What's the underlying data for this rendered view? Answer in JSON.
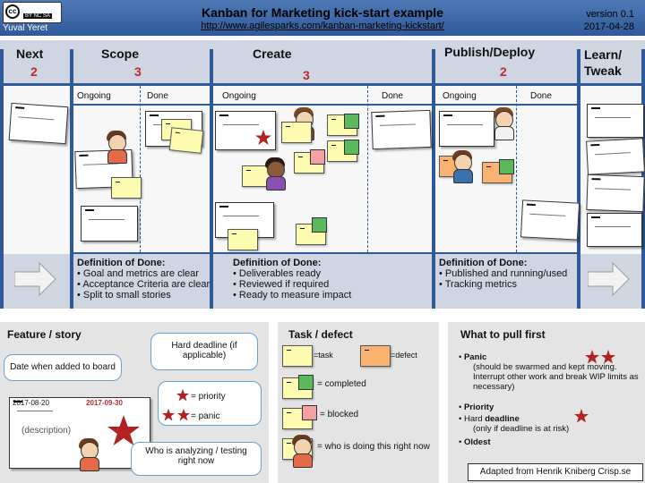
{
  "header": {
    "title": "Kanban for Marketing kick-start example",
    "url": "http://www.agilesparks.com/kanban-marketing-kickstart/",
    "version": "version 0.1",
    "date": "2017-04-28",
    "author": "Yuval Yeret",
    "license_mark": "cc",
    "license_label": "BY NC SA"
  },
  "board": {
    "columns": [
      {
        "name": "Next",
        "wip": "2"
      },
      {
        "name": "Scope",
        "wip": "3",
        "sub": [
          "Ongoing",
          "Done"
        ]
      },
      {
        "name": "Create",
        "wip": "3",
        "sub": [
          "Ongoing",
          "Done"
        ]
      },
      {
        "name": "Publish/Deploy",
        "wip": "2",
        "sub": [
          "Ongoing",
          "Done"
        ]
      },
      {
        "name": "Learn/ Tweak"
      }
    ],
    "dod": [
      {
        "title": "Definition of Done:",
        "items": [
          "Goal and metrics are clear",
          "Acceptance Criteria are clear",
          "Split to small stories"
        ]
      },
      {
        "title": "Definition of Done:",
        "items": [
          "Deliverables ready",
          "Reviewed if required",
          "Ready to measure impact"
        ]
      },
      {
        "title": "Definition of Done:",
        "items": [
          "Published and running/used",
          "Tracking metrics"
        ]
      }
    ]
  },
  "legend": {
    "feature": {
      "title": "Feature / story",
      "date_added_bubble": "Date when added to board",
      "deadline_bubble": "Hard deadline (if applicable)",
      "priority_label": "= priority",
      "panic_label": "= panic",
      "analyzing_bubble": "Who is analyzing / testing right now",
      "card_date_added": "2017-08-20",
      "card_deadline": "2017-09-30",
      "card_description": "(description)"
    },
    "task": {
      "title": "Task / defect",
      "task_label": "=task",
      "defect_label": "=defect",
      "completed_label": "= completed",
      "blocked_label": "= blocked",
      "doing_label": "= who is doing this right now"
    },
    "pull": {
      "title": "What to pull first",
      "panic_title": "Panic",
      "panic_desc": "(should be swarmed and kept moving. Interrupt other work and break WIP limits as necessary)",
      "priority_title": "Priority",
      "deadline_prefix": "Hard",
      "deadline_title": "deadline",
      "deadline_desc": "(only if deadline is at risk)",
      "oldest_title": "Oldest",
      "credit": "Adapted from Henrik Kniberg Crisp.se"
    }
  },
  "colors": {
    "header_blue": "#2f5a9a",
    "wip_red": "#c0272d",
    "task_yellow": "#fdfbb0",
    "defect_orange": "#f9b26f",
    "completed_green": "#5cb85c",
    "blocked_pink": "#f3a0a4",
    "star_red": "#b22222"
  }
}
